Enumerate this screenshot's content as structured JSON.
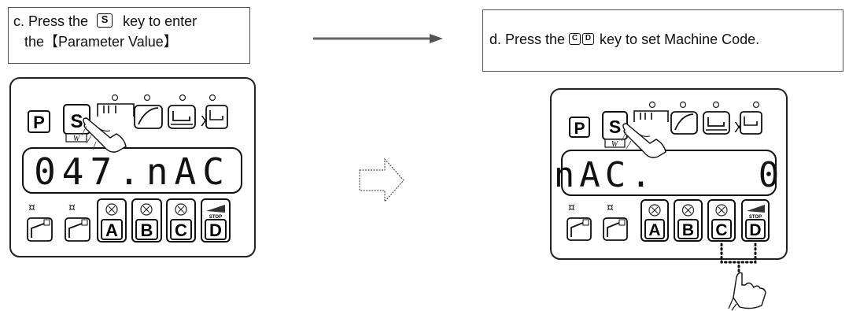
{
  "step_c": {
    "prefix": "c. Press the",
    "key": "S",
    "suffix": "key to enter",
    "line2": "the【Parameter Value】"
  },
  "step_d": {
    "prefix": "d. Press the",
    "key1": "C",
    "key2": "D",
    "suffix": "key to set Machine Code."
  },
  "panel_left": {
    "top_keys": [
      "P",
      "S"
    ],
    "display": "047.nAC",
    "bottom_keys": [
      "A",
      "B",
      "C",
      "D"
    ]
  },
  "panel_right": {
    "top_keys": [
      "P",
      "S"
    ],
    "display": "nAC.    0",
    "bottom_keys": [
      "A",
      "B",
      "C",
      "D"
    ]
  },
  "icons": [
    "hand-pointer-icon",
    "flow-arrow-icon",
    "outline-right-arrow-icon",
    "stop-icon",
    "thread-trim-icon"
  ],
  "stop_label": "STOP"
}
